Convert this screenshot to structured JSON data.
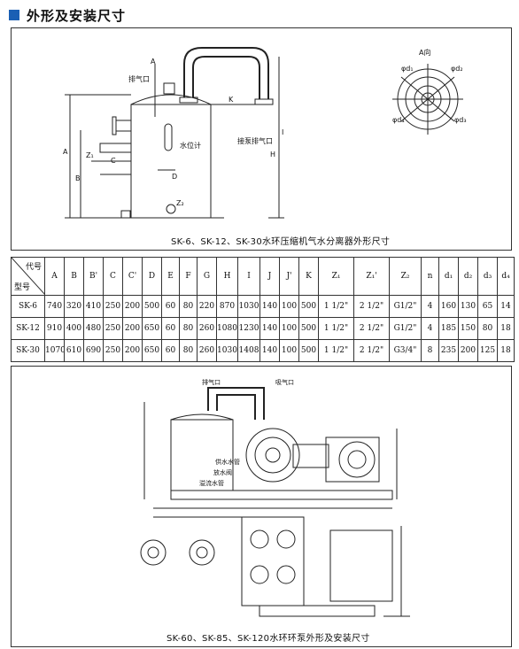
{
  "header": {
    "title": "外形及安装尺寸"
  },
  "figure1": {
    "caption": "SK-6、SK-12、SK-30水环压缩机气水分离器外形尺寸",
    "labels": {
      "a": "A",
      "k": "K",
      "i": "I",
      "h_big": "H",
      "a_left": "A",
      "b": "B",
      "c": "C",
      "d": "D",
      "z1": "Z₁",
      "z2": "Z₂",
      "exhaust": "排气口",
      "level": "水位计",
      "pump_exhaust": "接泵排气口",
      "a_dir": "A向",
      "d1": "φd₁",
      "d2": "φd₂",
      "d3": "φd₃",
      "d4": "φd₄"
    }
  },
  "table": {
    "corner_top": "代号",
    "corner_bottom": "型号",
    "columns": [
      "A",
      "B",
      "B'",
      "C",
      "C'",
      "D",
      "E",
      "F",
      "G",
      "H",
      "I",
      "J",
      "J'",
      "K",
      "Z₁",
      "Z₁'",
      "Z₂",
      "n",
      "d₁",
      "d₂",
      "d₃",
      "d₄"
    ],
    "rows": [
      {
        "model": "SK-6",
        "values": [
          "740",
          "320",
          "410",
          "250",
          "200",
          "500",
          "60",
          "80",
          "220",
          "870",
          "1030",
          "140",
          "100",
          "500",
          "1 1/2\"",
          "2 1/2\"",
          "G1/2\"",
          "4",
          "160",
          "130",
          "65",
          "14"
        ]
      },
      {
        "model": "SK-12",
        "values": [
          "910",
          "400",
          "480",
          "250",
          "200",
          "650",
          "60",
          "80",
          "260",
          "1080",
          "1230",
          "140",
          "100",
          "500",
          "1 1/2\"",
          "2 1/2\"",
          "G1/2\"",
          "4",
          "185",
          "150",
          "80",
          "18"
        ]
      },
      {
        "model": "SK-30",
        "values": [
          "1070",
          "610",
          "690",
          "250",
          "200",
          "650",
          "60",
          "80",
          "260",
          "1030",
          "1408",
          "140",
          "100",
          "500",
          "1 1/2\"",
          "2 1/2\"",
          "G3/4\"",
          "8",
          "235",
          "200",
          "125",
          "18"
        ]
      }
    ]
  },
  "figure2": {
    "caption": "SK-60、SK-85、SK-120水环环泵外形及安装尺寸",
    "labels": {
      "exhaust": "排气口",
      "intake": "吸气口",
      "supply": "供水水管",
      "drain": "放水阀",
      "overflow": "溢流水管"
    }
  }
}
